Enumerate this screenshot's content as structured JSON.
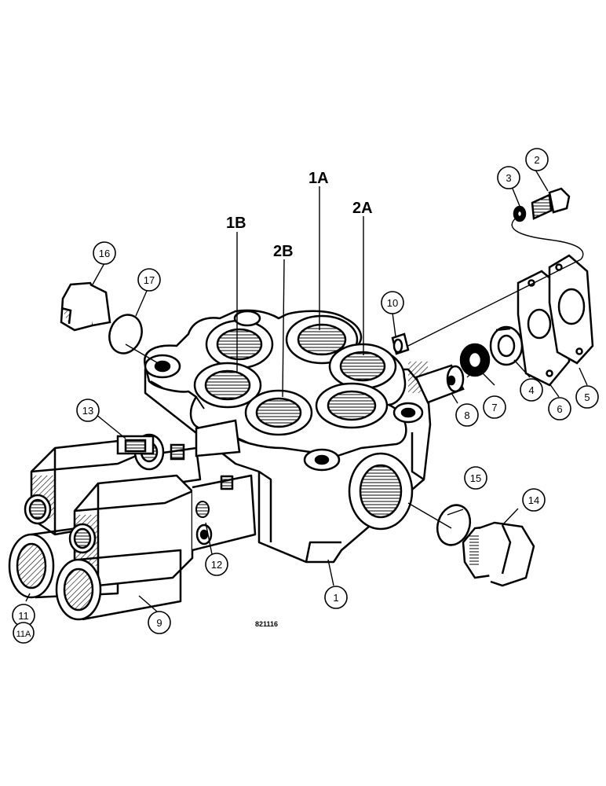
{
  "port_labels": {
    "p1A": "1A",
    "p1B": "1B",
    "p2A": "2A",
    "p2B": "2B"
  },
  "callouts": {
    "c1": "1",
    "c2": "2",
    "c3": "3",
    "c4": "4",
    "c5": "5",
    "c6": "6",
    "c7": "7",
    "c8": "8",
    "c9": "9",
    "c10": "10",
    "c11": "11",
    "c11a": "11A",
    "c12": "12",
    "c13": "13",
    "c14": "14",
    "c15": "15",
    "c16": "16",
    "c17": "17"
  },
  "drawing_ref": "821116"
}
